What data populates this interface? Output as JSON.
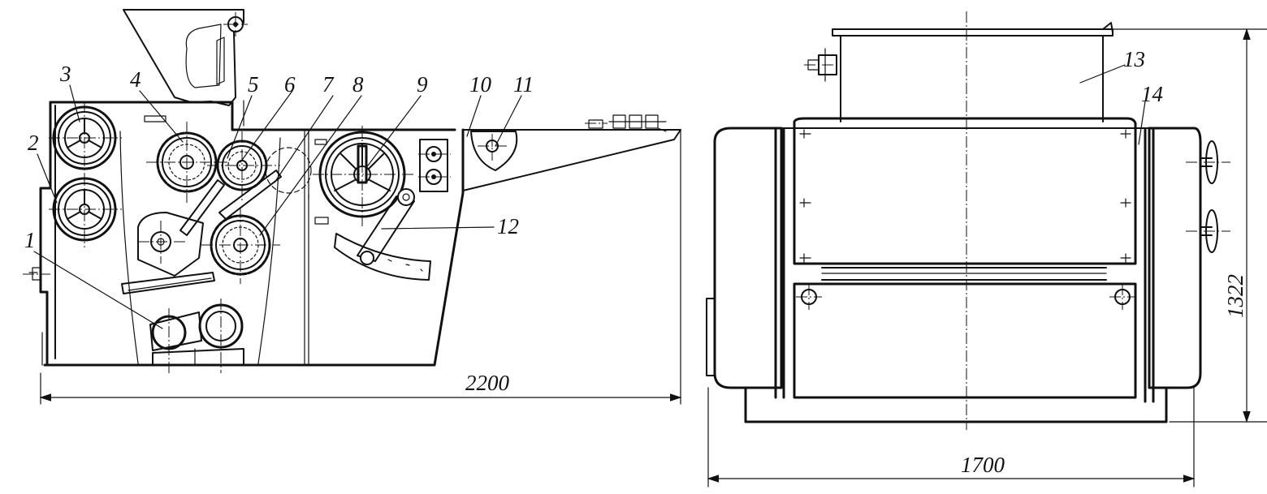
{
  "side_view": {
    "part_labels": [
      "1",
      "2",
      "3",
      "4",
      "5",
      "6",
      "7",
      "8",
      "9",
      "10",
      "11",
      "12"
    ],
    "length_dimension": "2200"
  },
  "front_view": {
    "part_labels": [
      "13",
      "14"
    ],
    "width_dimension": "1700",
    "height_dimension": "1322"
  }
}
